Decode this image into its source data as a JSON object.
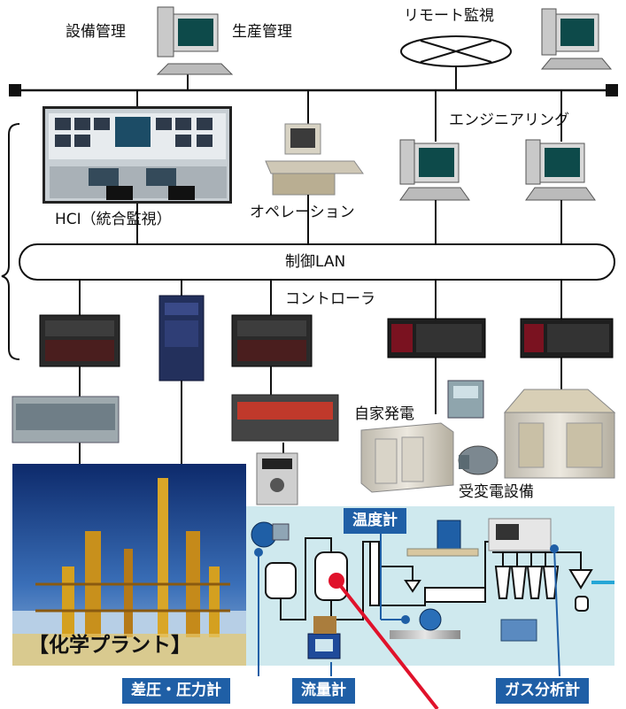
{
  "labels": {
    "facility_mgmt": "設備管理",
    "production_mgmt": "生産管理",
    "remote_monitoring": "リモート監視",
    "engineering": "エンジニアリング",
    "hci": "HCI（統合監視）",
    "operation": "オペレーション",
    "control_lan": "制御LAN",
    "controller": "コントローラ",
    "self_power": "自家発電",
    "substation": "受変電設備",
    "chemical_plant": "【化学プラント】"
  },
  "instruments": {
    "temperature": "温度計",
    "dp_pressure": "差圧・圧力計",
    "flow": "流量計",
    "gas_analyzer": "ガス分析計"
  },
  "colors": {
    "tag_blue": "#1f5fa6",
    "process_bg": "#cfe9ee",
    "signal_red": "#e0122b",
    "plant_sky": "#1a3a7a"
  }
}
